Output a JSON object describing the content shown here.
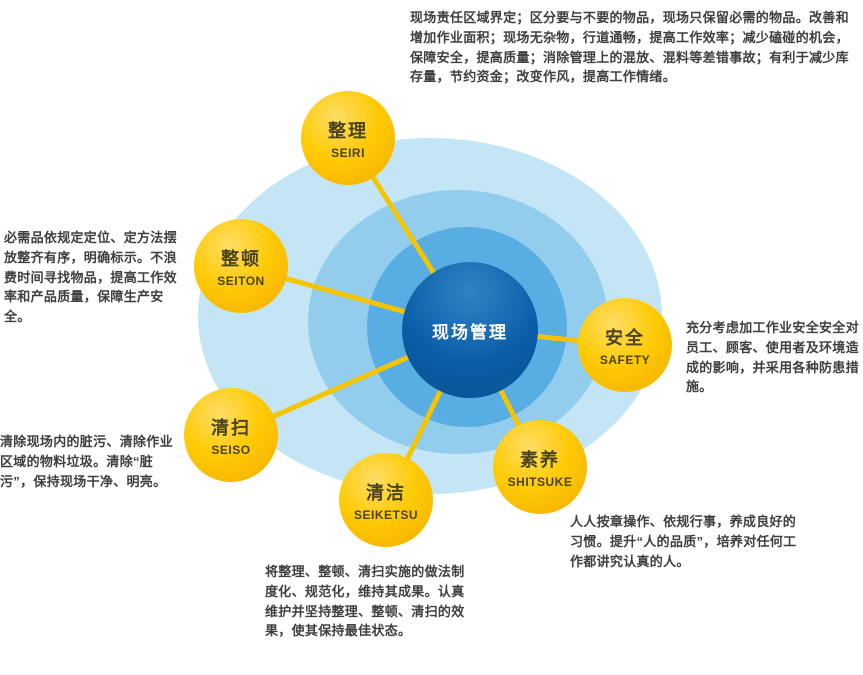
{
  "center": {
    "label": "现场管理"
  },
  "nodes": [
    {
      "zh": "整理",
      "en": "SEIRI"
    },
    {
      "zh": "整顿",
      "en": "SEITON"
    },
    {
      "zh": "清扫",
      "en": "SEISO"
    },
    {
      "zh": "清洁",
      "en": "SEIKETSU"
    },
    {
      "zh": "素养",
      "en": "SHITSUKE"
    },
    {
      "zh": "安全",
      "en": "SAFETY"
    }
  ],
  "descriptions": {
    "seiri": "现场责任区域界定；区分要与不要的物品，现场只保留必需的物品。改善和增加作业面积；现场无杂物，行道通畅，提高工作效率；减少磕碰的机会，保障安全，提高质量；消除管理上的混放、混料等差错事故；有利于减少库存量，节约资金；改变作风，提高工作情绪。",
    "seiton": "必需品依规定定位、定方法摆放整齐有序，明确标示。不浪费时间寻找物品，提高工作效率和产品质量，保障生产安全。",
    "seiso": "清除现场内的脏污、清除作业区域的物料垃圾。清除“脏污”，保持现场干净、明亮。",
    "seiketsu": "将整理、整顿、清扫实施的做法制度化、规范化，维持其成果。认真维护并坚持整理、整顿、清扫的效果，使其保持最佳状态。",
    "shitsuke": "人人按章操作、依规行事，养成良好的习惯。提升“人的品质”，培养对任何工作都讲究认真的人。",
    "safety": "充分考虑加工作业安全安全对员工、顾客、使用者及环境造成的影响，并采用各种防患措施。"
  },
  "colors": {
    "ring_outer": "#c3e5f6",
    "ring_middle": "#92cdee",
    "ring_inner": "#58ade2",
    "center_circle": "#0b5ca7",
    "node_yellow": "#ffcb05",
    "connector": "#f5c400",
    "text": "#3f3f3f"
  }
}
